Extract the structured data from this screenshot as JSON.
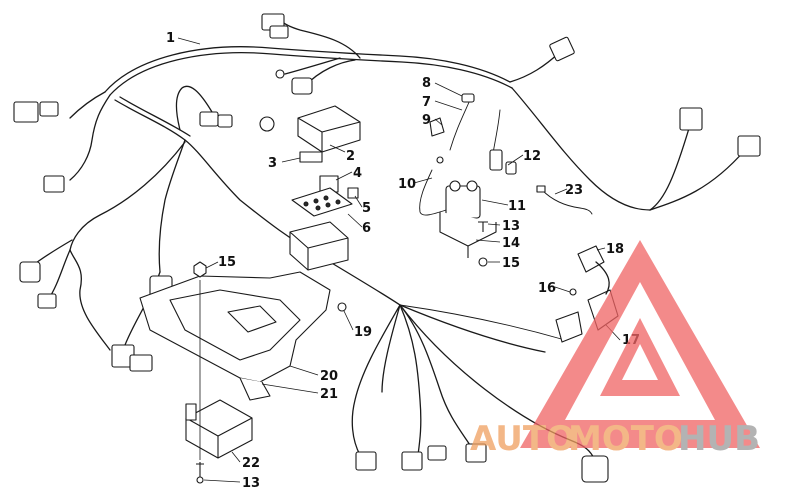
{
  "labels": {
    "l1": "1",
    "l2": "2",
    "l3": "3",
    "l4": "4",
    "l5a": "5",
    "l6": "6",
    "l7": "7",
    "l8": "8",
    "l9": "9",
    "l10": "10",
    "l11": "11",
    "l12": "12",
    "l13a": "13",
    "l13b": "13",
    "l14": "14",
    "l15a": "15",
    "l15b": "15",
    "l16": "16",
    "l17": "17",
    "l18": "18",
    "l19": "19",
    "l20": "20",
    "l21": "21",
    "l22": "22",
    "l23": "23"
  },
  "watermark": {
    "auto": "AUTO",
    "moto": "MOTO",
    "hub": "HUB",
    "color_orange": "#f0a060",
    "color_gray": "#9a9a9a",
    "color_red": "#f06464"
  }
}
